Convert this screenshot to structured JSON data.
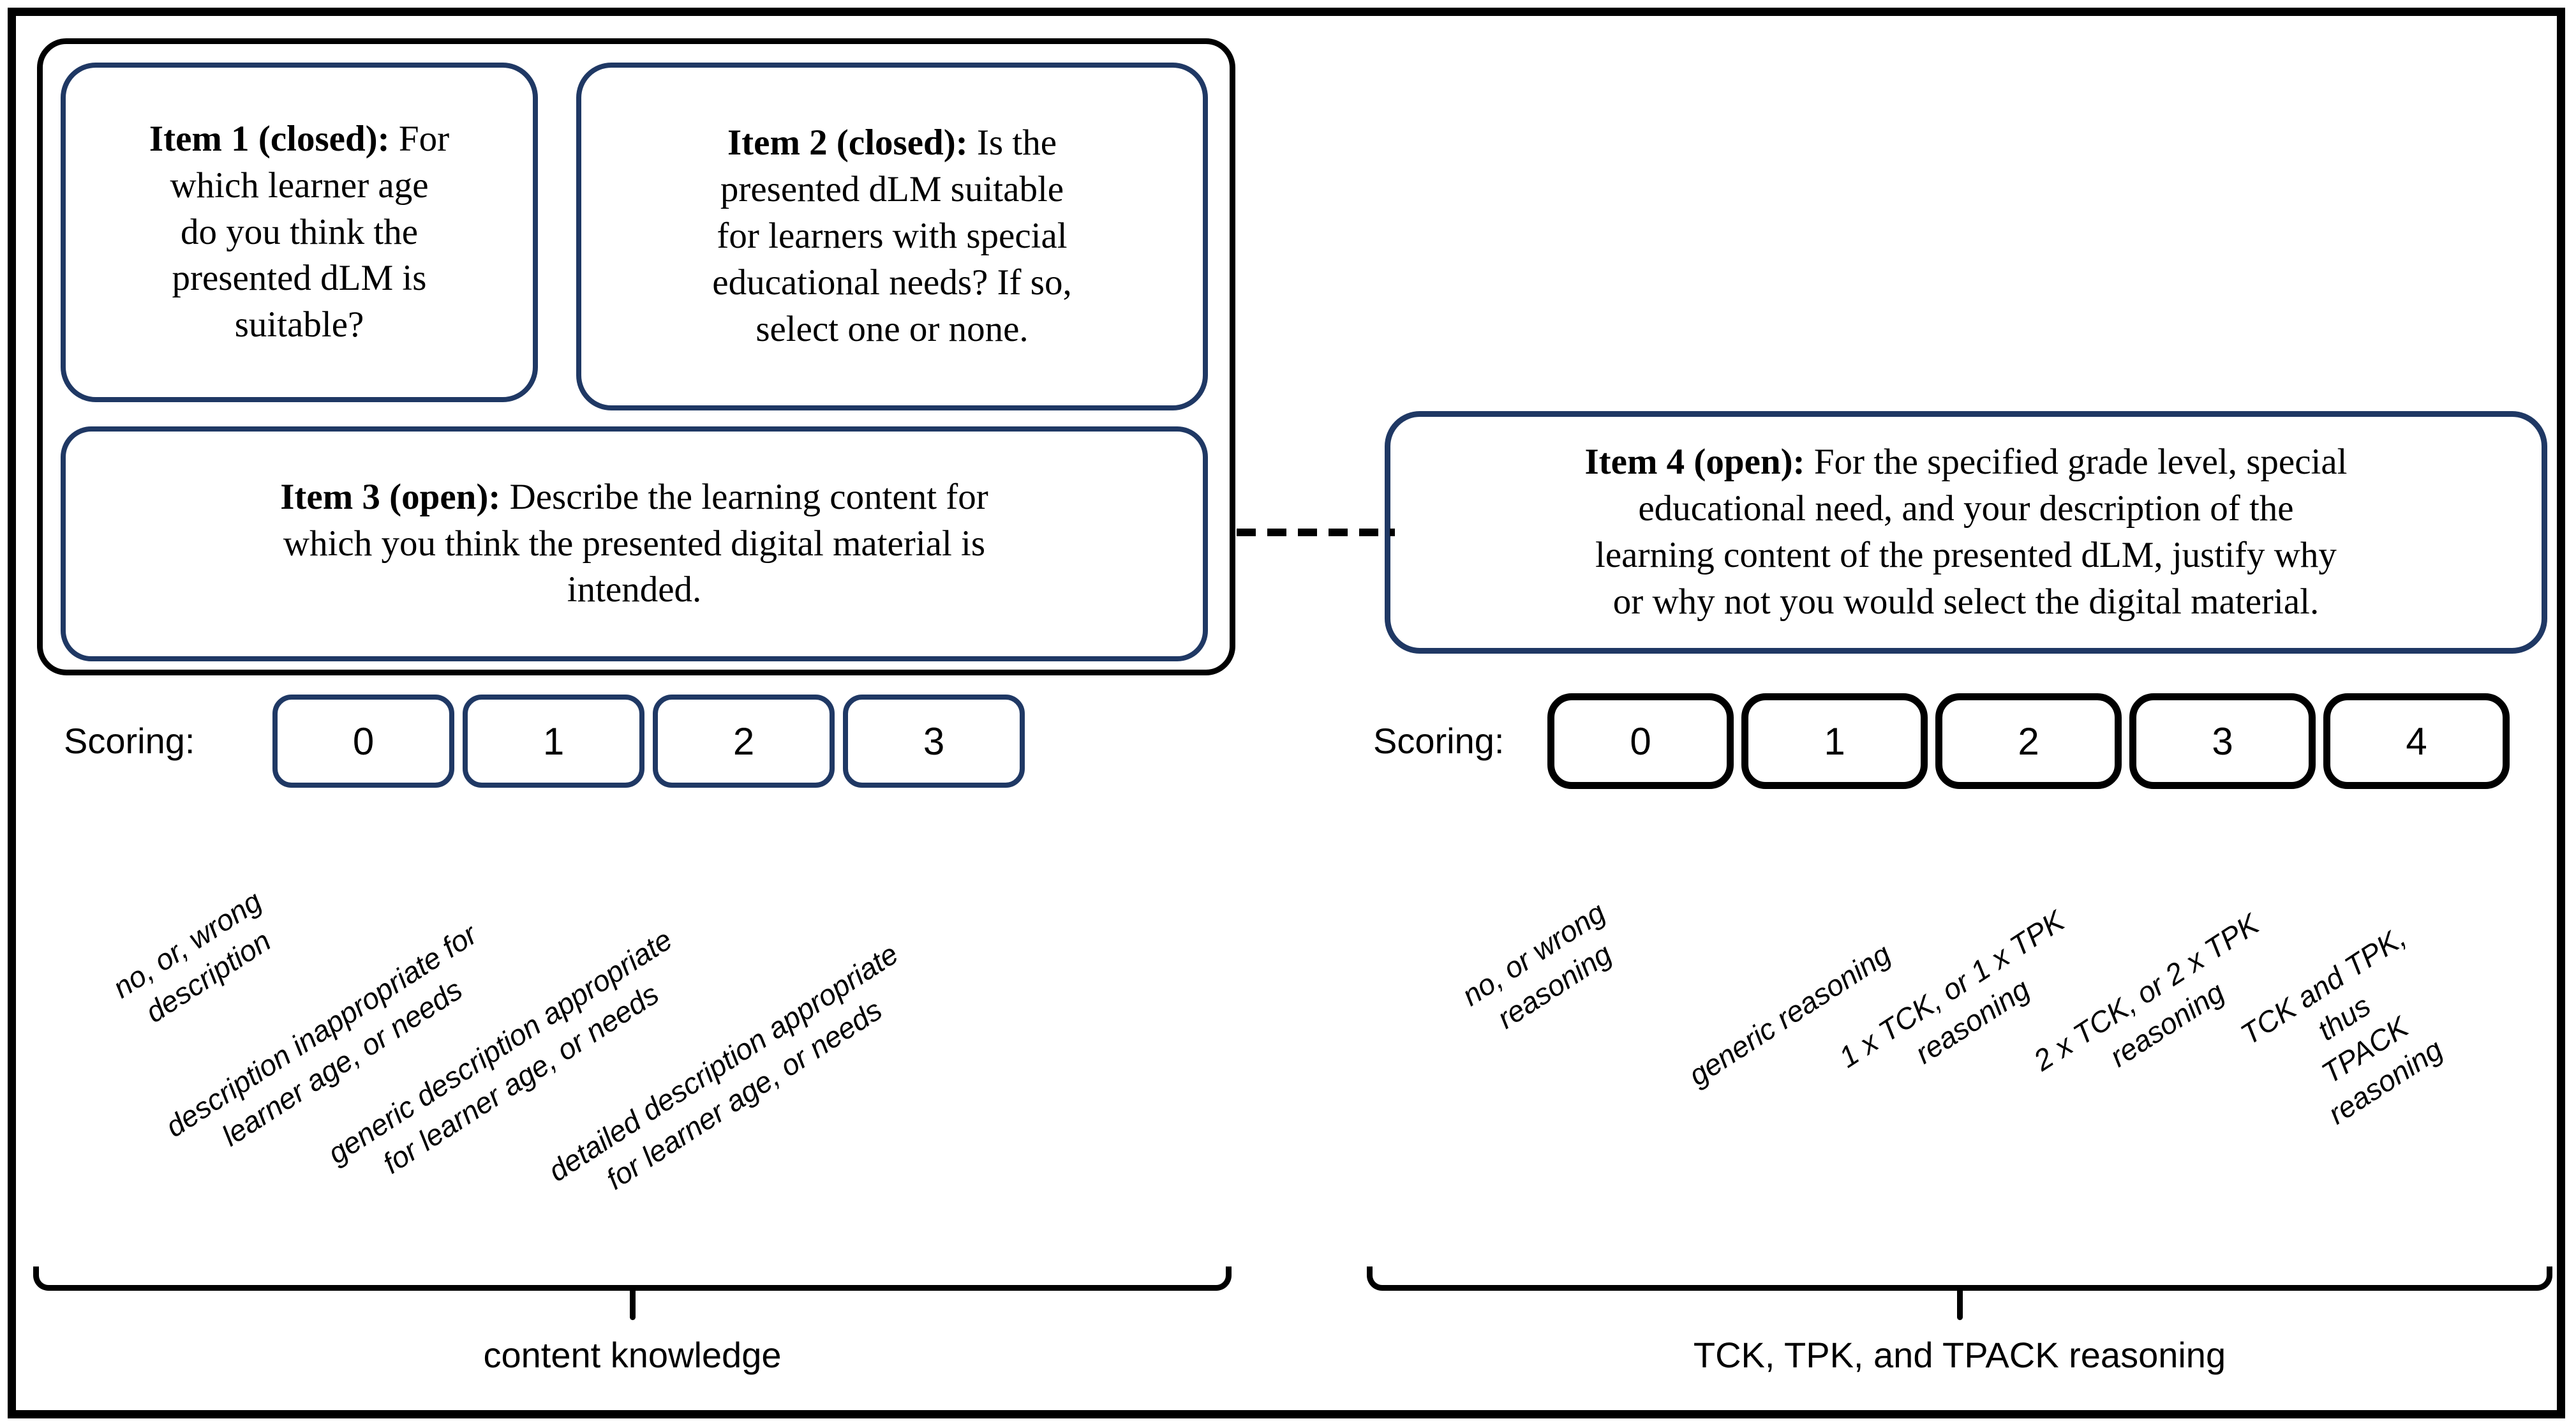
{
  "colors": {
    "navy": "#1f3864",
    "black": "#000000"
  },
  "items": {
    "item1": {
      "label": "Item 1 (closed):",
      "text": "For\nwhich learner age\ndo you think the\npresented dLM is\nsuitable?"
    },
    "item2": {
      "label": "Item 2 (closed):",
      "text": "Is the\npresented dLM suitable\nfor learners with special\neducational needs? If so,\nselect one or none."
    },
    "item3": {
      "label": "Item 3 (open):",
      "text": "Describe the learning content for\nwhich you think the presented digital material is\nintended."
    },
    "item4": {
      "label": "Item 4 (open):",
      "text": "For the specified grade level, special\neducational need, and your description of the\nlearning content of the presented dLM, justify why\nor why not you would select the digital material."
    }
  },
  "left_scale": {
    "scoring_label": "Scoring:",
    "scores": [
      "0",
      "1",
      "2",
      "3"
    ],
    "descriptors": [
      "no, or, wrong\ndescription",
      "description inappropriate for\nlearner age, or needs",
      "generic description appropriate\nfor learner age, or needs",
      "detailed description appropriate\nfor learner age, or needs"
    ],
    "brace_label": "content knowledge"
  },
  "right_scale": {
    "scoring_label": "Scoring:",
    "scores": [
      "0",
      "1",
      "2",
      "3",
      "4"
    ],
    "descriptors": [
      "no, or wrong\nreasoning",
      "generic reasoning",
      "1 x TCK, or 1 x TPK\nreasoning",
      "2 x TCK, or 2 x TPK\nreasoning",
      "TCK and TPK, thus\nTPACK reasoning"
    ],
    "brace_label": "TCK, TPK, and TPACK reasoning"
  }
}
